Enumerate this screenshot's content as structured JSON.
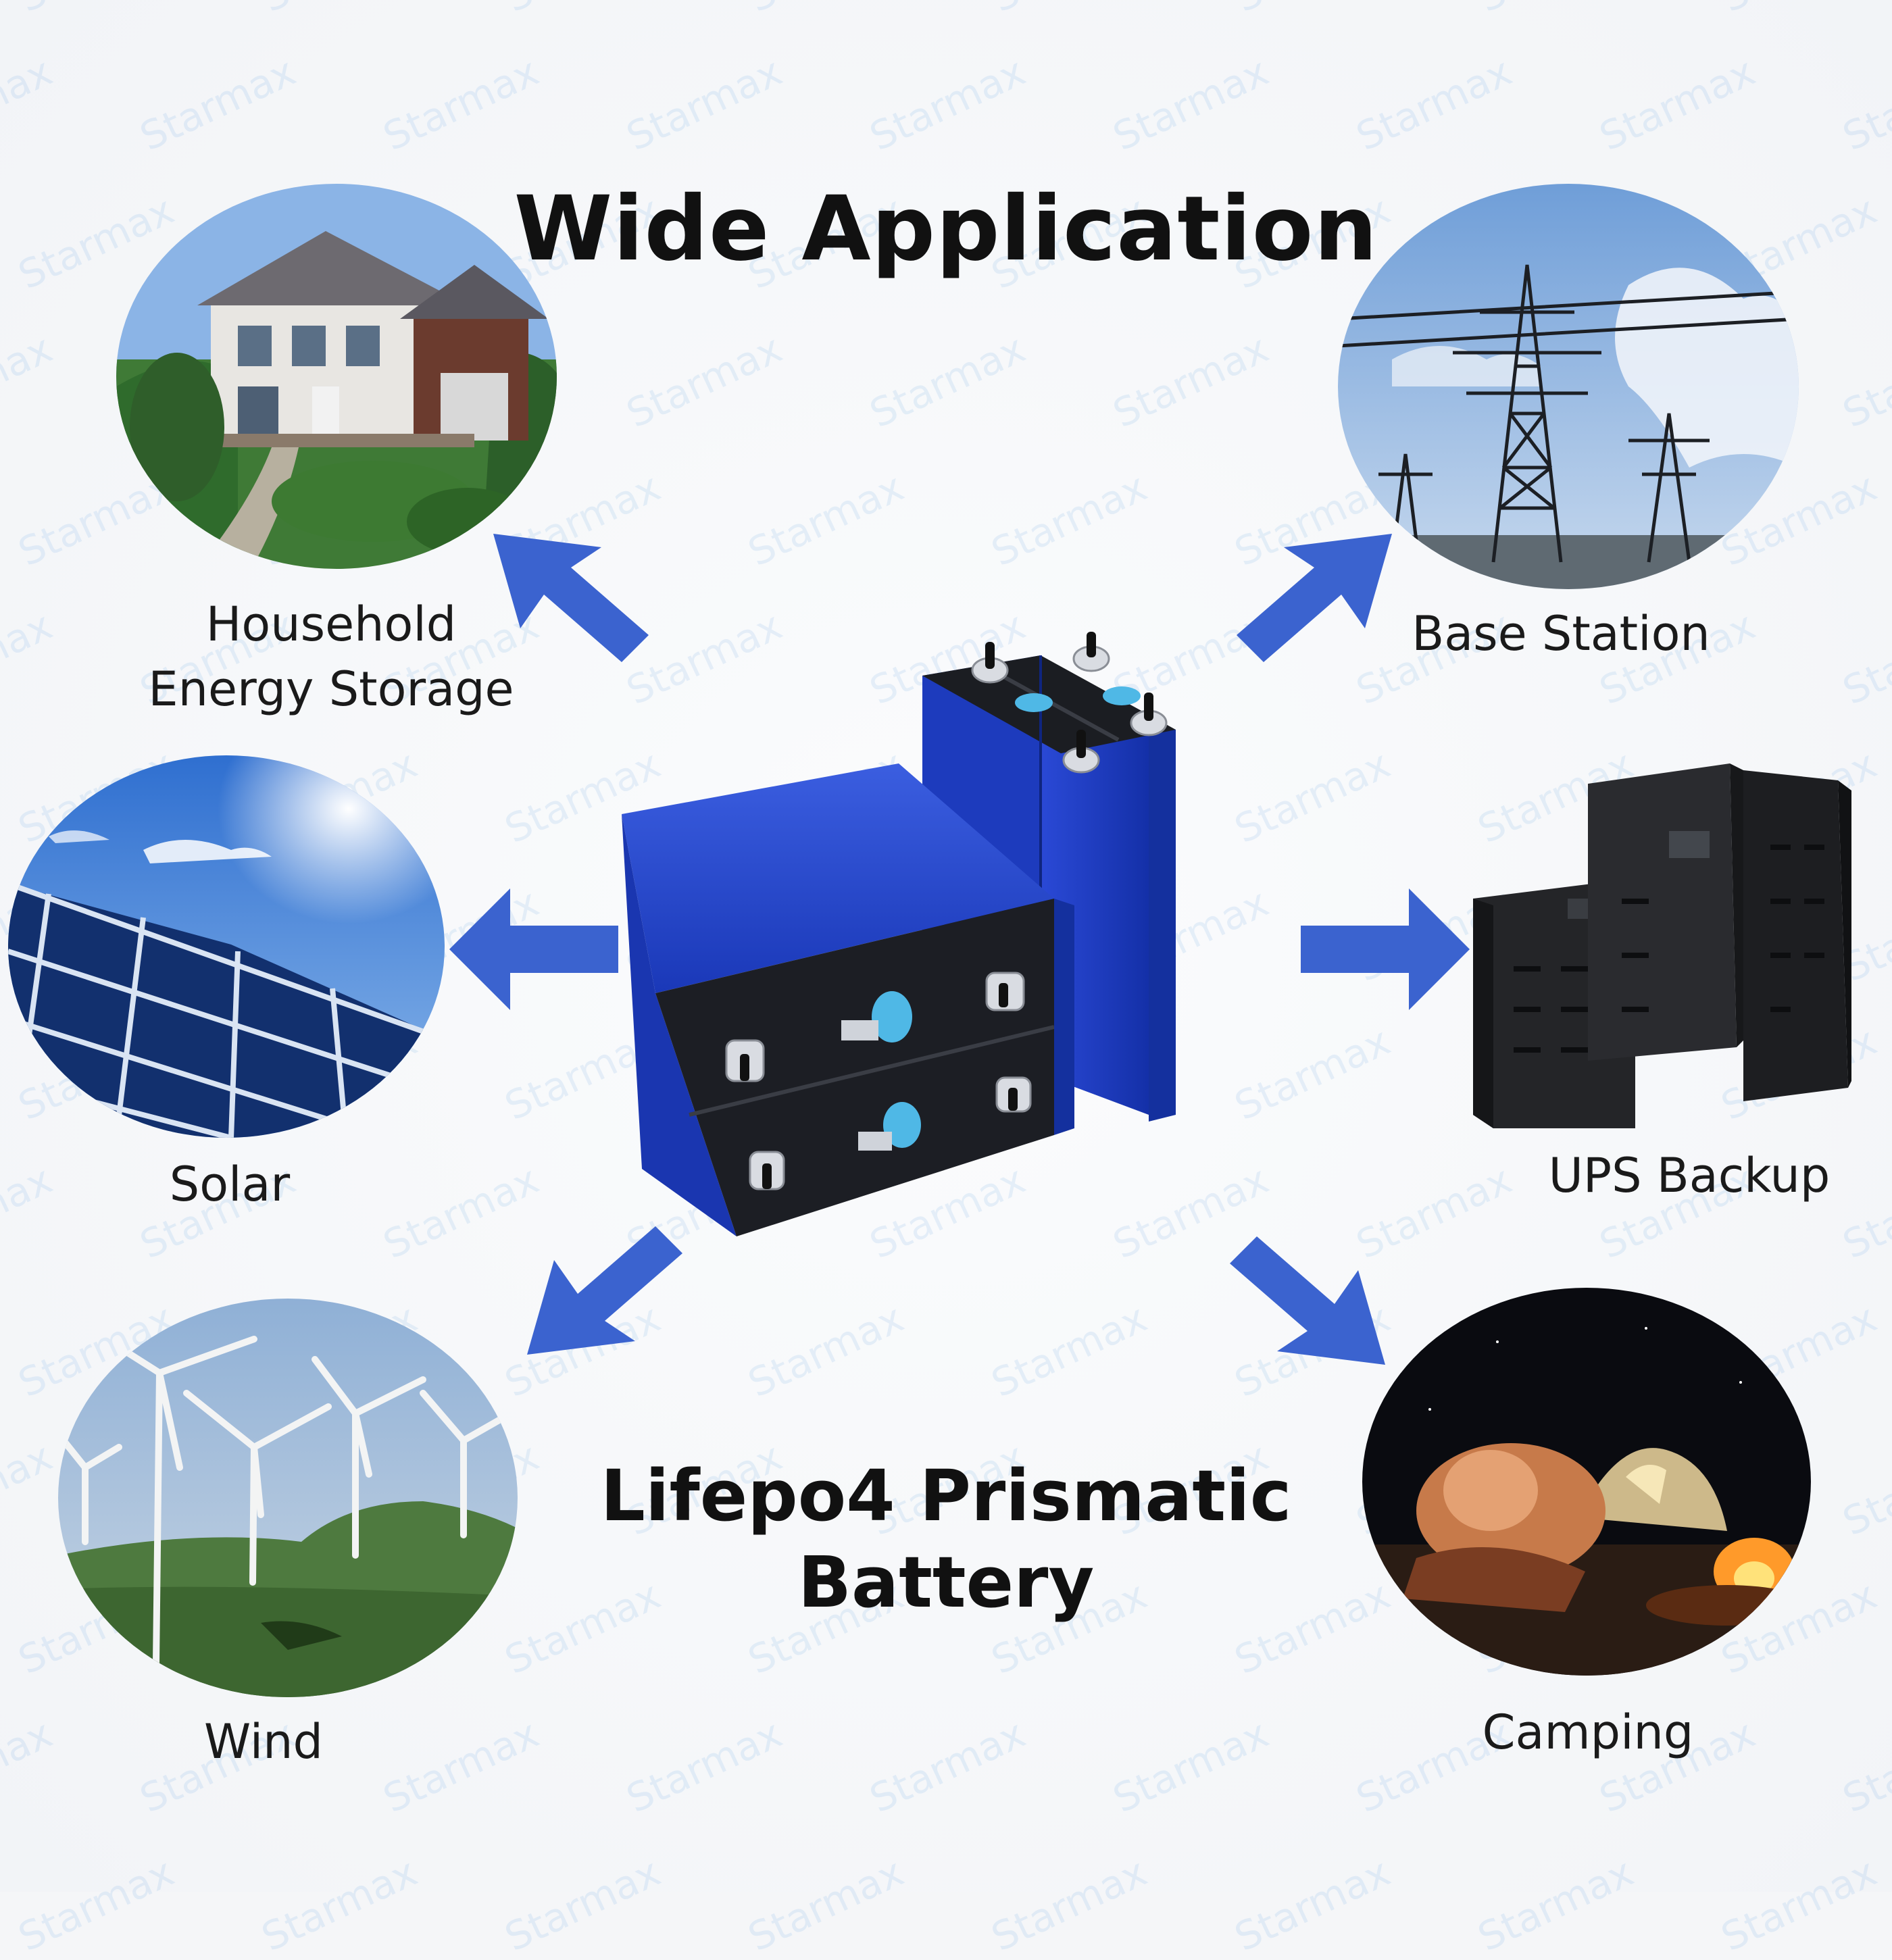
{
  "title": "Wide Application",
  "watermark_text": "Starmax",
  "applications": [
    {
      "id": "household",
      "label_line1": "Household",
      "label_line2": "Energy Storage"
    },
    {
      "id": "base-station",
      "label_line1": "Base Station"
    },
    {
      "id": "solar",
      "label_line1": "Solar"
    },
    {
      "id": "ups",
      "label_line1": "UPS Backup"
    },
    {
      "id": "wind",
      "label_line1": "Wind"
    },
    {
      "id": "camping",
      "label_line1": "Camping"
    }
  ],
  "product": {
    "line1": "Lifepo4 Prismatic",
    "line2": "Battery"
  },
  "colors": {
    "arrow": "#3b63cf",
    "battery": "#1f3fc4",
    "text": "#111111"
  }
}
